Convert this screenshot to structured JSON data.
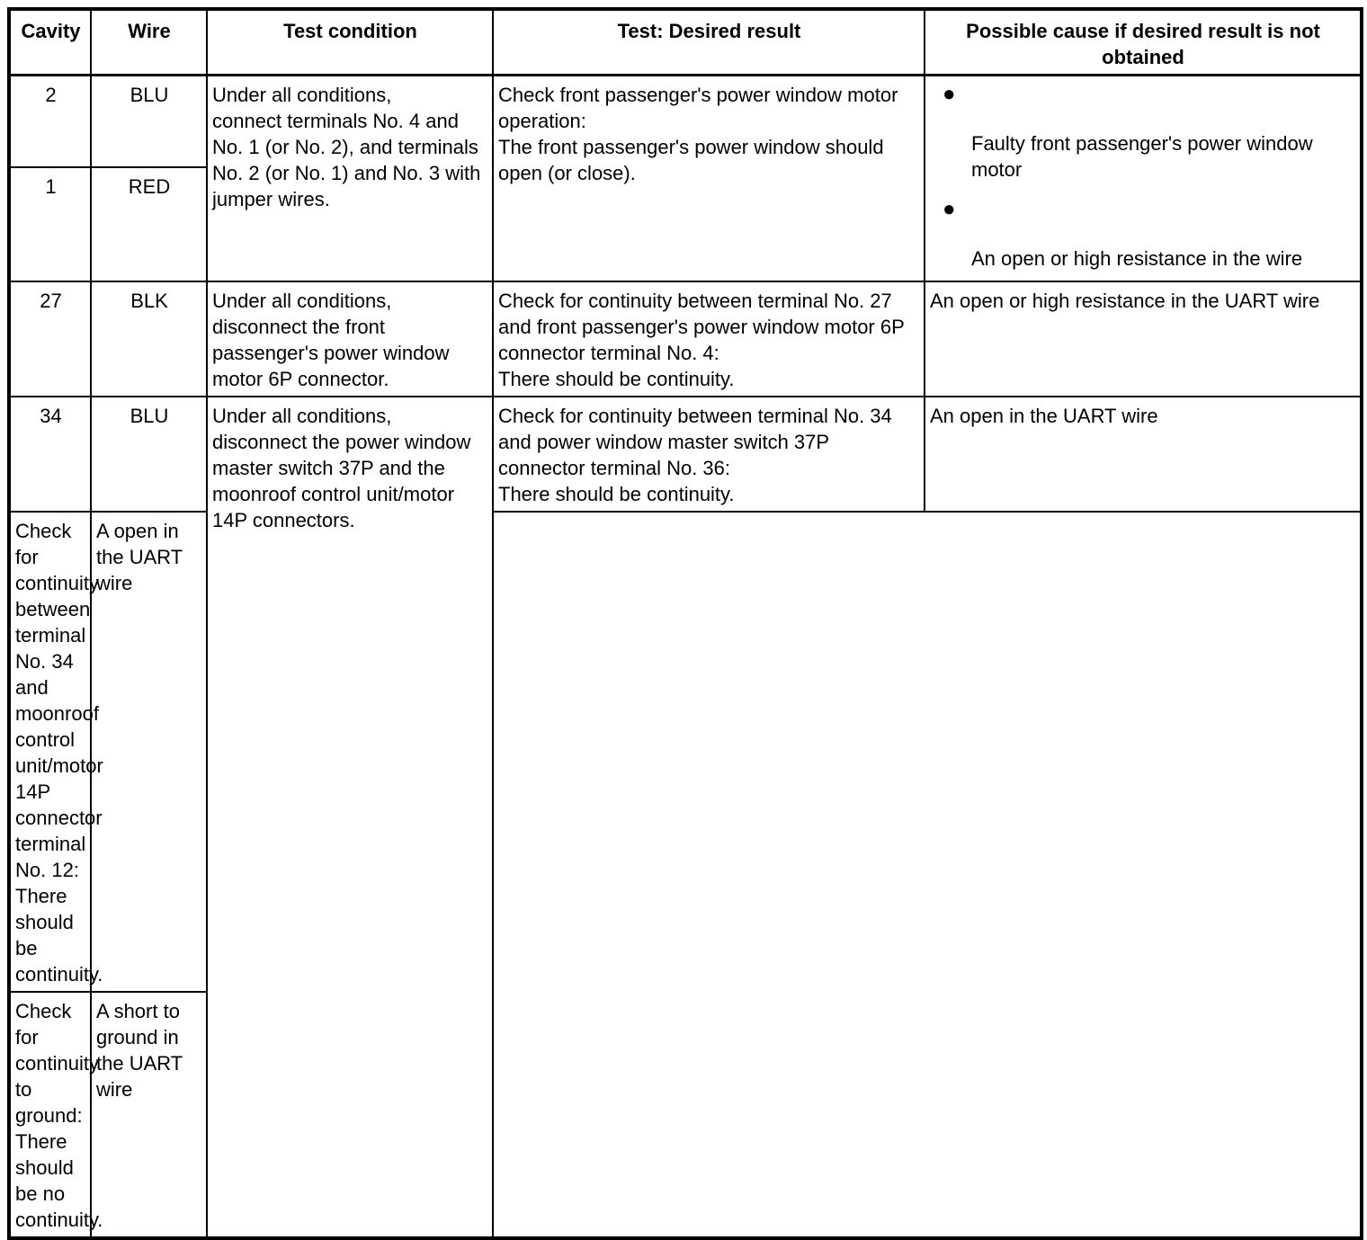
{
  "headers": {
    "cavity": "Cavity",
    "wire": "Wire",
    "condition": "Test condition",
    "test": "Test: Desired result",
    "cause": "Possible cause if desired result is not obtained"
  },
  "icons": {
    "bullet": "●"
  },
  "rows": {
    "r1a": {
      "cavity": "2",
      "wire": "BLU"
    },
    "r1b": {
      "cavity": "1",
      "wire": "RED"
    },
    "r1": {
      "condition": "Under all conditions,\nconnect terminals No. 4 and No. 1 (or No. 2), and terminals No. 2 (or No. 1) and No. 3 with jumper wires.",
      "test": "Check front passenger's power window motor operation:\nThe front passenger's power window should open (or close).",
      "cause1": "Faulty front passenger's power window motor",
      "cause2": "An open or high resistance in the wire"
    },
    "r2": {
      "cavity": "27",
      "wire": "BLK",
      "condition": "Under all conditions,\ndisconnect the front passenger's power window motor 6P connector.",
      "test": "Check for continuity between terminal No. 27 and front passenger's power window motor 6P connector terminal No. 4:\nThere should be continuity.",
      "cause": "An open or high resistance in the UART wire"
    },
    "r3": {
      "cavity": "34",
      "wire": "BLU",
      "condition": "Under all conditions,\ndisconnect the power window master switch 37P and the moonroof control unit/motor 14P connectors.",
      "test1": "Check for continuity between terminal No. 34 and power window master switch 37P connector terminal No. 36:\nThere should be continuity.",
      "cause1": "An open in the UART wire",
      "test2": "Check for continuity between terminal No. 34 and moonroof control unit/motor 14P connector terminal No. 12:\nThere should be continuity.",
      "cause2": "A open in the UART wire",
      "test3": "Check for continuity to ground:\nThere should be no continuity.",
      "cause3": "A short to ground in the UART wire"
    }
  }
}
